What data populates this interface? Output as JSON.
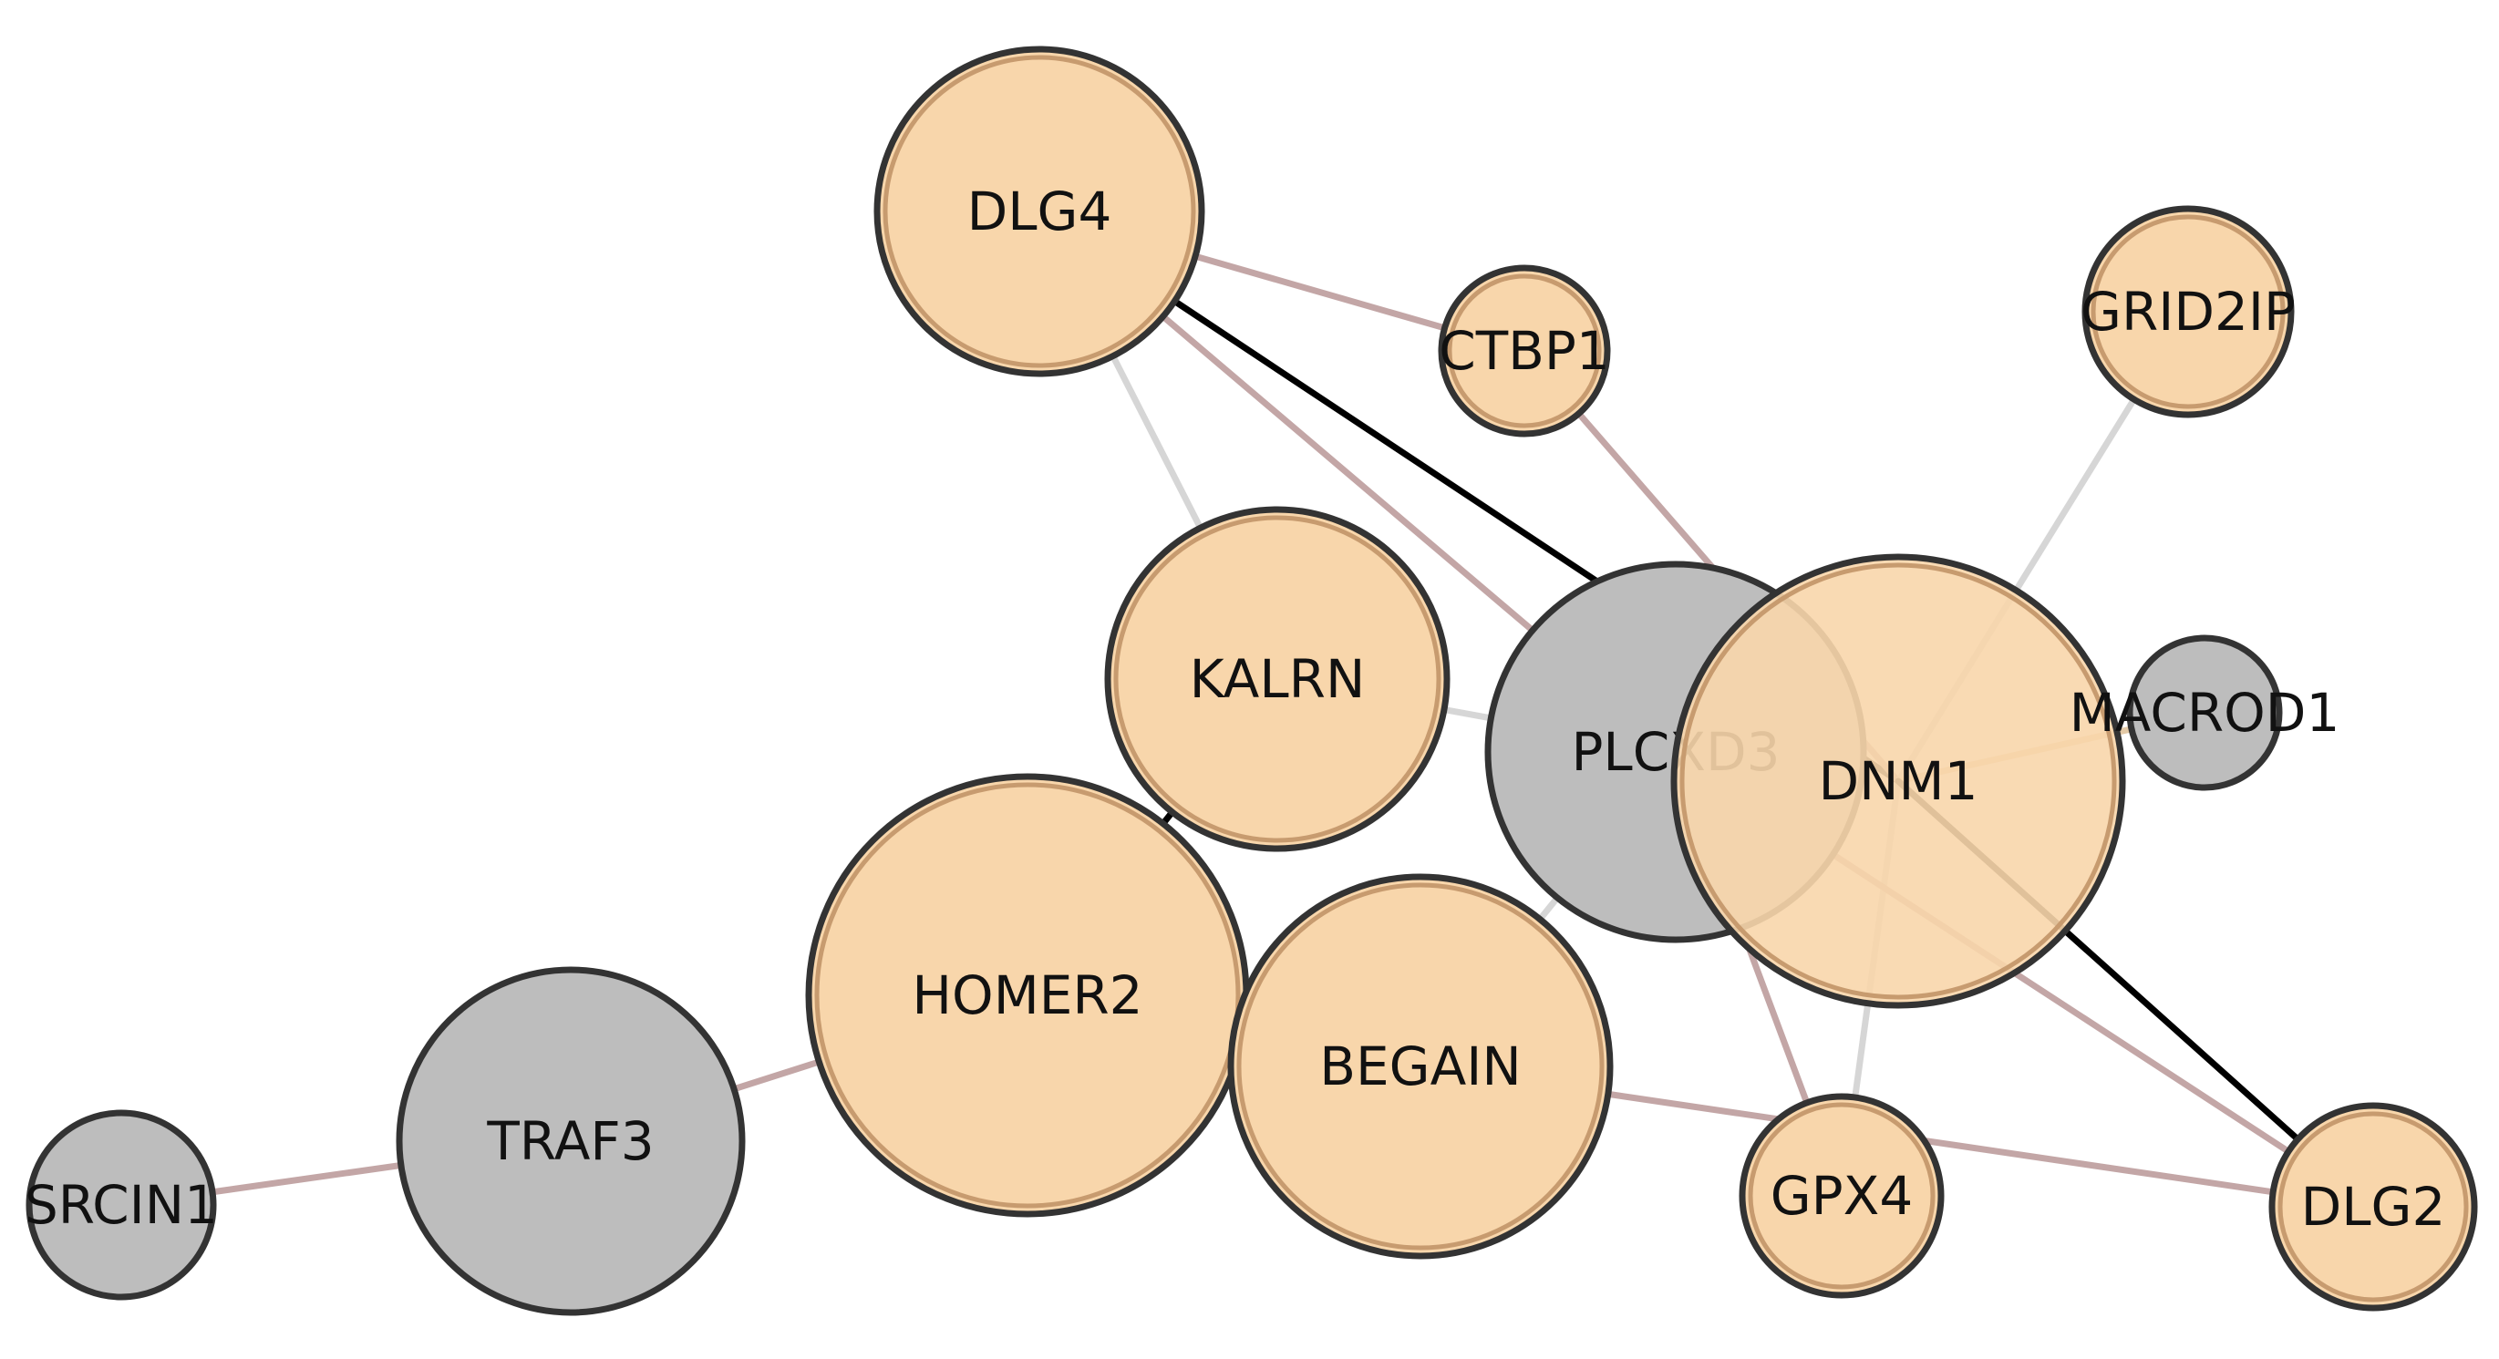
{
  "colors": {
    "orange_fill": "#f8d6ab",
    "orange_inner_ring": "#c79b6f",
    "gray_fill": "#bdbdbd",
    "node_outline": "#333333",
    "edge_black": "#000000",
    "edge_mauve": "#c3a6a6",
    "edge_light_gray": "#d6d6d6",
    "edge_tan": "#e3c9a6"
  },
  "network": {
    "nodes": [
      {
        "id": "DLG4",
        "label": "DLG4",
        "group": "orange"
      },
      {
        "id": "CTBP1",
        "label": "CTBP1",
        "group": "orange"
      },
      {
        "id": "GRID2IP",
        "label": "GRID2IP",
        "group": "orange"
      },
      {
        "id": "KALRN",
        "label": "KALRN",
        "group": "orange"
      },
      {
        "id": "PLCXD3",
        "label": "PLCXD3",
        "group": "gray"
      },
      {
        "id": "DNM1",
        "label": "DNM1",
        "group": "orange"
      },
      {
        "id": "MACROD1",
        "label": "MACROD1",
        "group": "gray"
      },
      {
        "id": "HOMER2",
        "label": "HOMER2",
        "group": "orange"
      },
      {
        "id": "BEGAIN",
        "label": "BEGAIN",
        "group": "orange"
      },
      {
        "id": "TRAF3",
        "label": "TRAF3",
        "group": "gray"
      },
      {
        "id": "SRCIN1",
        "label": "SRCIN1",
        "group": "gray"
      },
      {
        "id": "GPX4",
        "label": "GPX4",
        "group": "orange"
      },
      {
        "id": "DLG2",
        "label": "DLG2",
        "group": "orange"
      }
    ],
    "edges": [
      {
        "source": "DLG4",
        "target": "CTBP1",
        "style": "mauve"
      },
      {
        "source": "DLG4",
        "target": "KALRN",
        "style": "light_gray"
      },
      {
        "source": "DLG4",
        "target": "PLCXD3",
        "style": "mauve"
      },
      {
        "source": "DLG4",
        "target": "DNM1",
        "style": "black"
      },
      {
        "source": "CTBP1",
        "target": "DNM1",
        "style": "mauve"
      },
      {
        "source": "GRID2IP",
        "target": "DNM1",
        "style": "light_gray"
      },
      {
        "source": "KALRN",
        "target": "PLCXD3",
        "style": "light_gray"
      },
      {
        "source": "KALRN",
        "target": "HOMER2",
        "style": "black"
      },
      {
        "source": "PLCXD3",
        "target": "BEGAIN",
        "style": "light_gray"
      },
      {
        "source": "PLCXD3",
        "target": "GPX4",
        "style": "mauve"
      },
      {
        "source": "DNM1",
        "target": "MACROD1",
        "style": "tan"
      },
      {
        "source": "DNM1",
        "target": "GPX4",
        "style": "light_gray"
      },
      {
        "source": "DNM1",
        "target": "DLG2",
        "style": "black"
      },
      {
        "source": "PLCXD3",
        "target": "DLG2",
        "style": "mauve"
      },
      {
        "source": "BEGAIN",
        "target": "DLG2",
        "style": "mauve"
      },
      {
        "source": "HOMER2",
        "target": "BEGAIN",
        "style": "mauve"
      },
      {
        "source": "HOMER2",
        "target": "TRAF3",
        "style": "mauve"
      },
      {
        "source": "TRAF3",
        "target": "SRCIN1",
        "style": "mauve"
      }
    ]
  }
}
